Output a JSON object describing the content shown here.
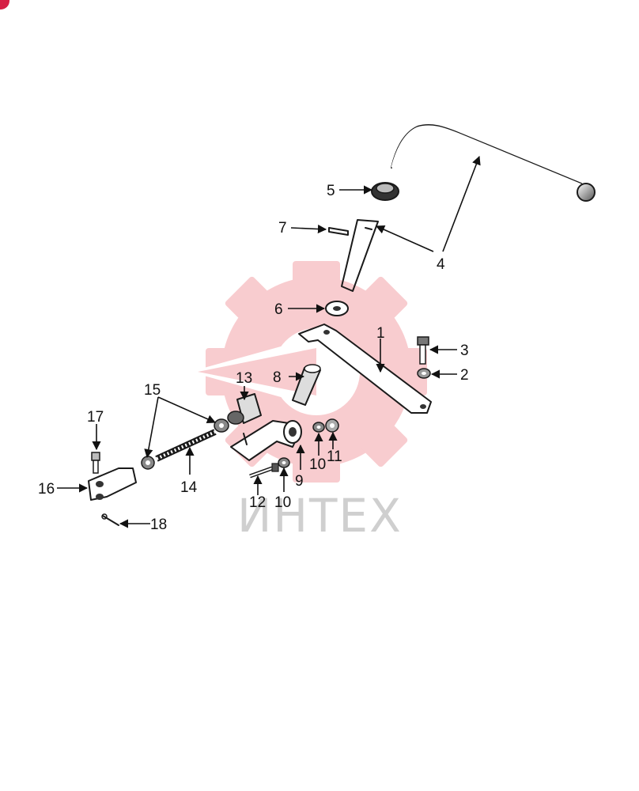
{
  "watermark": {
    "text": "ИНТЕХ",
    "color": "#f5b5b8"
  },
  "badge_color": "#d61f45",
  "callouts": {
    "c1": "1",
    "c2": "2",
    "c3": "3",
    "c4": "4",
    "c5": "5",
    "c6": "6",
    "c7": "7",
    "c8": "8",
    "c9": "9",
    "c10a": "10",
    "c10b": "10",
    "c11": "11",
    "c12": "12",
    "c13": "13",
    "c14": "14",
    "c15": "15",
    "c16": "16",
    "c17": "17",
    "c18": "18"
  }
}
